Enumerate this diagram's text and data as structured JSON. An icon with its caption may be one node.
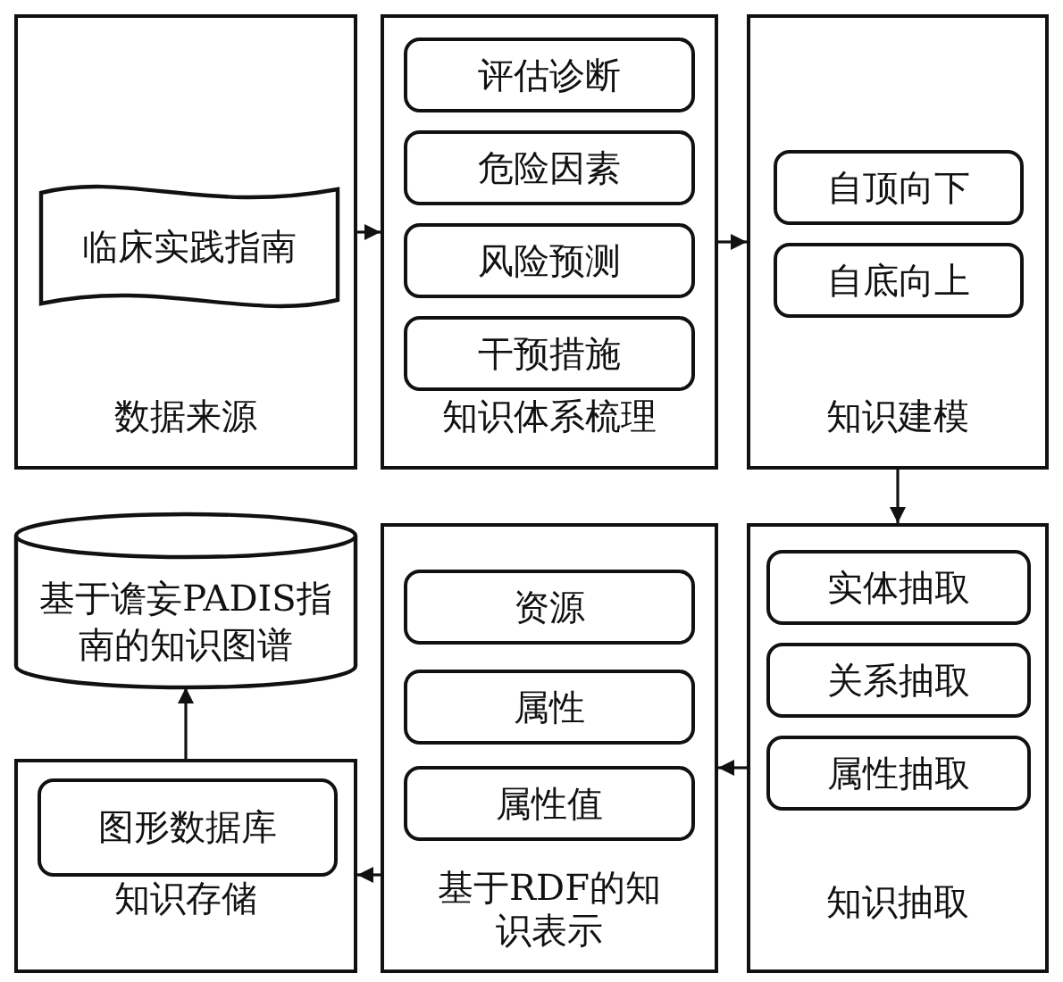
{
  "diagram": {
    "nodes": [
      {
        "text": [
          "数据来源"
        ]
      },
      {
        "text": [
          "临床实践指南"
        ],
        "in": 0
      },
      {
        "text": [
          "知识体系梳理"
        ]
      },
      {
        "text": [
          "评估诊断"
        ],
        "in": 2
      },
      {
        "text": [
          "危险因素"
        ],
        "in": 2
      },
      {
        "text": [
          "风险预测"
        ],
        "in": 2
      },
      {
        "text": [
          "干预措施"
        ],
        "in": 2
      },
      {
        "text": [
          "知识建模"
        ]
      },
      {
        "text": [
          "自顶向下"
        ],
        "in": 7
      },
      {
        "text": [
          "自底向上"
        ],
        "in": 7
      },
      {
        "text": [
          "基于谵妄PADIS指南的知识图谱"
        ]
      },
      {
        "text": [
          "知识存储"
        ]
      },
      {
        "text": [
          "图形数据库"
        ],
        "in": 11
      },
      {
        "text": [
          "基于RDF的知识表示"
        ]
      },
      {
        "text": [
          "资源"
        ],
        "in": 13
      },
      {
        "text": [
          "属性"
        ],
        "in": 13
      },
      {
        "text": [
          "属性值"
        ],
        "in": 13
      },
      {
        "text": [
          "知识抽取"
        ]
      },
      {
        "text": [
          "实体抽取"
        ],
        "in": 17
      },
      {
        "text": [
          "关系抽取"
        ],
        "in": 17
      },
      {
        "text": [
          "属性抽取"
        ],
        "in": 17
      }
    ],
    "edges": [
      {
        "from": 0,
        "to": 2,
        "arrow": "to"
      },
      {
        "from": 2,
        "to": 7,
        "arrow": "to"
      },
      {
        "from": 7,
        "to": 17,
        "arrow": "to"
      },
      {
        "from": 17,
        "to": 13,
        "arrow": "to"
      },
      {
        "from": 13,
        "to": 11,
        "arrow": "to"
      },
      {
        "from": 11,
        "to": 10,
        "arrow": "to"
      }
    ]
  }
}
